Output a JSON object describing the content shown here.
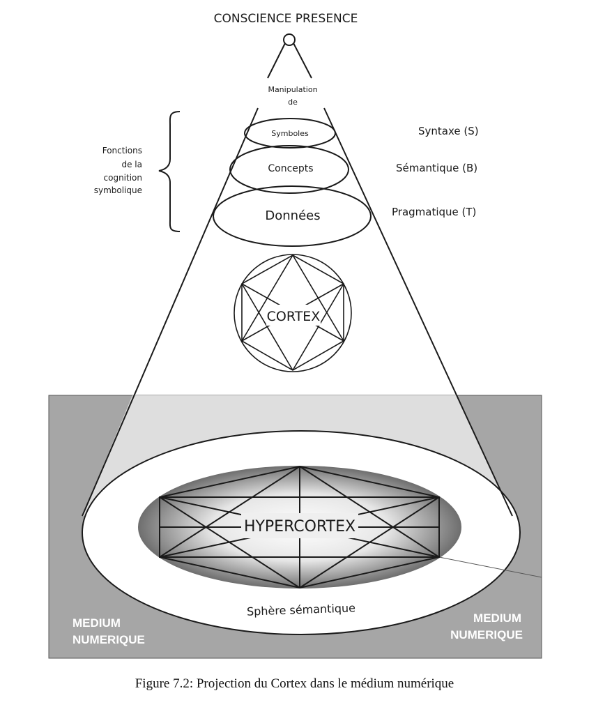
{
  "top_label": "CONSCIENCE  PRESENCE",
  "manipulation": {
    "line1": "Manipulation",
    "line2": "de"
  },
  "levels": [
    {
      "ellipse": "Symboles",
      "right": "Syntaxe (S)"
    },
    {
      "ellipse": "Concepts",
      "right": "Sémantique (B)"
    },
    {
      "ellipse": "Données",
      "right": "Pragmatique (T)"
    }
  ],
  "brace_label": [
    "Fonctions",
    "de la",
    "cognition",
    "symbolique"
  ],
  "cortex": "CORTEX",
  "hypercortex": "HYPERCORTEX",
  "sphere": "Sphère sémantique",
  "medium_left": [
    "MEDIUM",
    "NUMERIQUE"
  ],
  "medium_right": [
    "MEDIUM",
    "NUMERIQUE"
  ],
  "caption": "Figure 7.2: Projection du Cortex dans le médium numérique",
  "colors": {
    "medium_bg": "#a6a6a6",
    "cone_fill": "#dedede",
    "line": "#1a1a1a"
  }
}
